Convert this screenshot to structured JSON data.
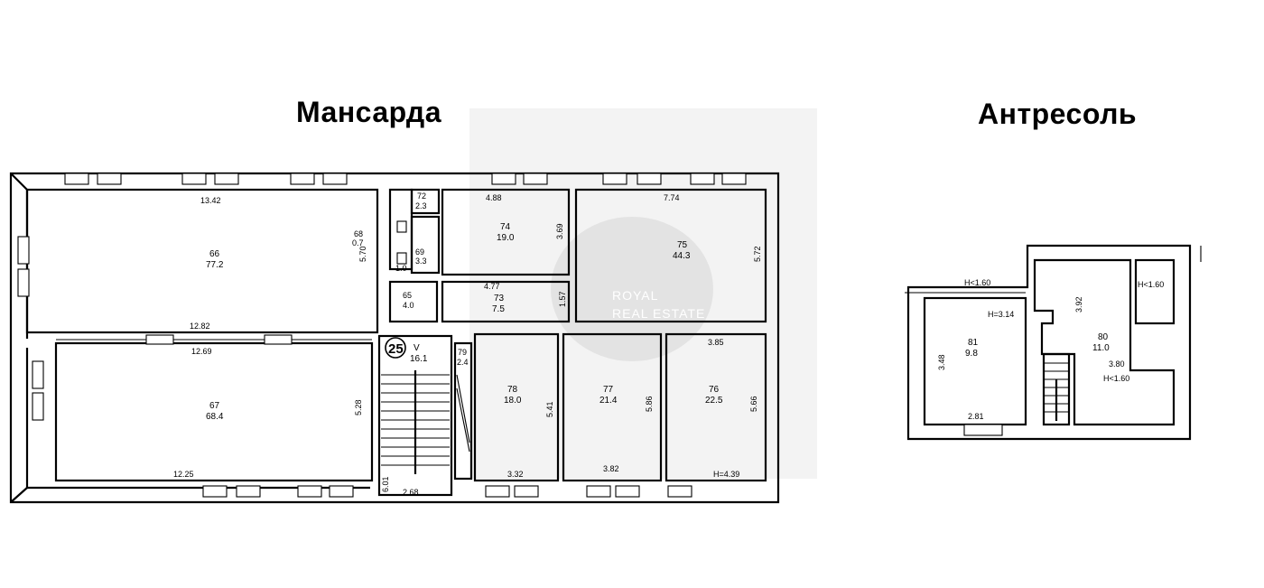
{
  "headings": {
    "mansarda": "Мансарда",
    "antresol": "Антресоль"
  },
  "watermark": {
    "line1": "ROYAL",
    "line2": "REAL ESTATE"
  },
  "mansarda_plan": {
    "rooms": [
      {
        "id": "66",
        "area": "77.2"
      },
      {
        "id": "67",
        "area": "68.4"
      },
      {
        "id": "68",
        "area": "0.7"
      },
      {
        "id": "69",
        "area": "3.3"
      },
      {
        "id": "72",
        "area": "2.3"
      },
      {
        "id": "74",
        "area": "19.0"
      },
      {
        "id": "75",
        "area": "44.3"
      },
      {
        "id": "65",
        "area": "4.0"
      },
      {
        "id": "73",
        "area": "7.5"
      },
      {
        "id": "V",
        "area": "16.1"
      },
      {
        "id": "79",
        "area": "2.4"
      },
      {
        "id": "78",
        "area": "18.0"
      },
      {
        "id": "77",
        "area": "21.4"
      },
      {
        "id": "76",
        "area": "22.5"
      }
    ],
    "stair_number": "25",
    "small_area": "1.0",
    "dimensions": [
      "13.42",
      "5.70",
      "12.82",
      "12.69",
      "5.28",
      "12.25",
      "6.01",
      "2.68",
      "4.88",
      "3.69",
      "7.74",
      "5.72",
      "4.77",
      "1.57",
      "5.41",
      "3.32",
      "5.86",
      "3.82",
      "3.85",
      "5.66",
      "H=4.39"
    ]
  },
  "antresol_plan": {
    "rooms": [
      {
        "id": "81",
        "area": "9.8"
      },
      {
        "id": "80",
        "area": "11.0"
      }
    ],
    "dimensions": [
      "H<1.60",
      "H=3.14",
      "3.48",
      "2.81",
      "3.92",
      "H<1.60",
      "3.80",
      "H<1.60"
    ]
  }
}
